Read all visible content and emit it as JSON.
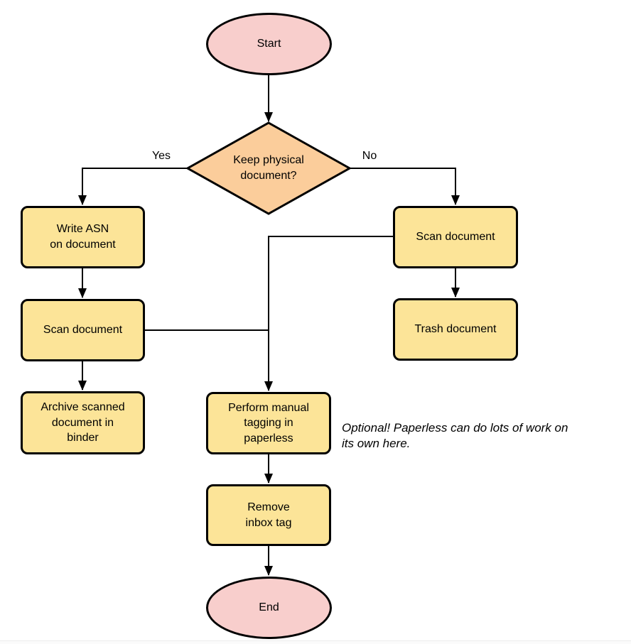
{
  "diagram": {
    "nodes": {
      "start": {
        "label": "Start",
        "shape": "ellipse"
      },
      "decision": {
        "label": "Keep physical\ndocument?",
        "shape": "diamond"
      },
      "write_asn": {
        "label": "Write ASN\non document",
        "shape": "rect"
      },
      "scan_left": {
        "label": "Scan document",
        "shape": "rect"
      },
      "archive": {
        "label": "Archive scanned\ndocument in\nbinder",
        "shape": "rect"
      },
      "scan_right": {
        "label": "Scan document",
        "shape": "rect"
      },
      "trash": {
        "label": "Trash document",
        "shape": "rect"
      },
      "tagging": {
        "label": "Perform manual\ntagging in\npaperless",
        "shape": "rect"
      },
      "remove_inbox": {
        "label": "Remove\ninbox tag",
        "shape": "rect"
      },
      "end": {
        "label": "End",
        "shape": "ellipse"
      }
    },
    "edge_labels": {
      "yes": "Yes",
      "no": "No"
    },
    "note": {
      "text": "Optional! Paperless can do lots of work on\nits own here."
    },
    "colors": {
      "terminal_fill": "#F8CECC",
      "decision_fill": "#FBCD9B",
      "process_fill": "#FCE498",
      "stroke": "#000000"
    }
  }
}
